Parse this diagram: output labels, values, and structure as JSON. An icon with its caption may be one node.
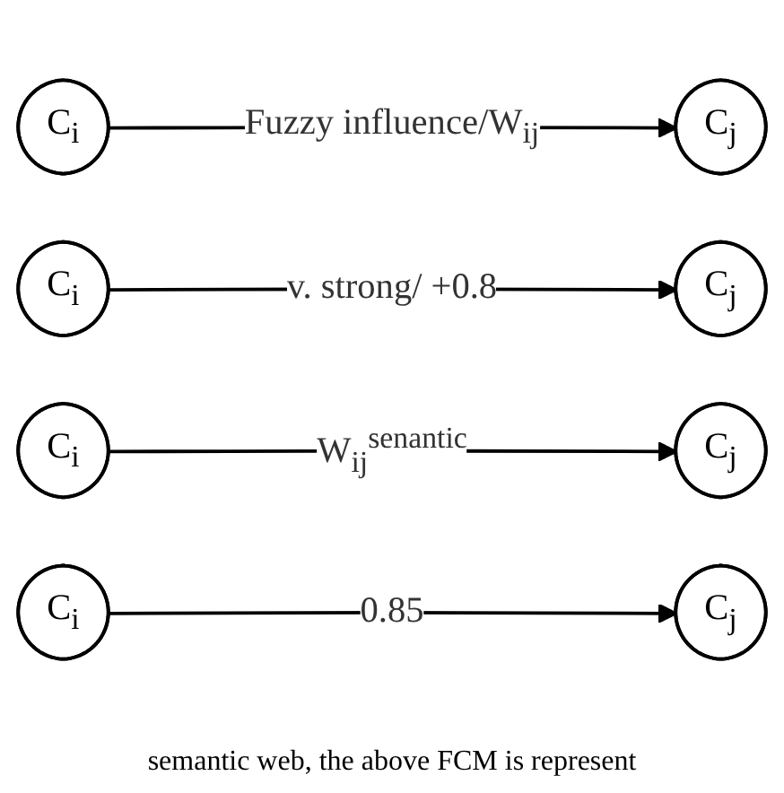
{
  "diagram": {
    "nodes": [
      {
        "text": [
          "C$_{i}$"
        ]
      },
      {
        "text": [
          "C$_{j}$"
        ]
      },
      {
        "text": [
          "C$_{i}$"
        ]
      },
      {
        "text": [
          "C$_{j}$"
        ]
      },
      {
        "text": [
          "C$_{i}$"
        ]
      },
      {
        "text": [
          "C$_{j}$"
        ]
      },
      {
        "text": [
          "C$_{i}$"
        ]
      },
      {
        "text": [
          "C$_{j}$"
        ]
      }
    ],
    "edges": [
      {
        "from": 0,
        "to": 1,
        "arrow": "to",
        "label": "Fuzzy influence/W$_{ij}$"
      },
      {
        "from": 2,
        "to": 3,
        "arrow": "to",
        "label": "v. strong/ +0.8"
      },
      {
        "from": 4,
        "to": 5,
        "arrow": "to",
        "label": "W$_{ij}$$^{senantic}$"
      },
      {
        "from": 6,
        "to": 7,
        "arrow": "to",
        "label": "0.85"
      }
    ],
    "labels": [
      "semantic web, the above FCM is represent"
    ]
  }
}
